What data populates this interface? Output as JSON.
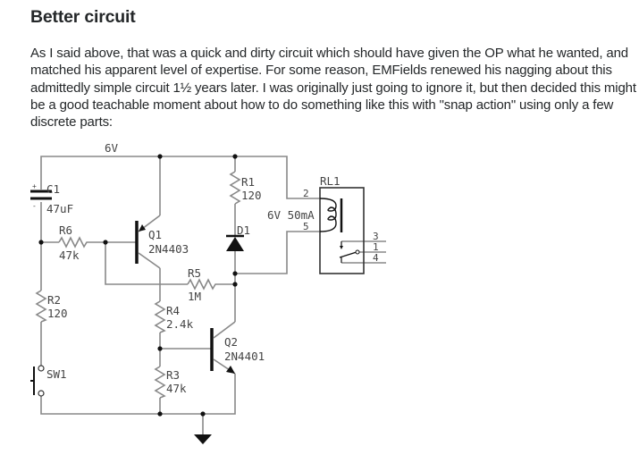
{
  "heading": "Better circuit",
  "paragraph": "As I said above, that was a quick and dirty circuit which should have given the OP what he wanted, and matched his apparent level of expertise. For some reason, EMFields renewed his nagging about this admittedly simple circuit 1½ years later. I was originally just going to ignore it, but then decided this might be a good teachable moment about how to do something like this with \"snap action\" using only a few discrete parts:",
  "schematic": {
    "supply_label": "6V",
    "components": {
      "C1": {
        "name": "C1",
        "value": "47uF",
        "plus": "+",
        "minus": "-"
      },
      "R6": {
        "name": "R6",
        "value": "47k"
      },
      "Q1": {
        "name": "Q1",
        "value": "2N4403"
      },
      "R1": {
        "name": "R1",
        "value": "120"
      },
      "D1": {
        "name": "D1"
      },
      "RL1": {
        "name": "RL1",
        "coil_rating": "6V 50mA",
        "pins": {
          "coil_top": "2",
          "coil_bottom": "5",
          "nc": "3",
          "com": "1",
          "no": "4"
        }
      },
      "R5": {
        "name": "R5",
        "value": "1M"
      },
      "R2": {
        "name": "R2",
        "value": "120"
      },
      "R4": {
        "name": "R4",
        "value": "2.4k"
      },
      "Q2": {
        "name": "Q2",
        "value": "2N4401"
      },
      "R3": {
        "name": "R3",
        "value": "47k"
      },
      "SW1": {
        "name": "SW1"
      }
    }
  }
}
